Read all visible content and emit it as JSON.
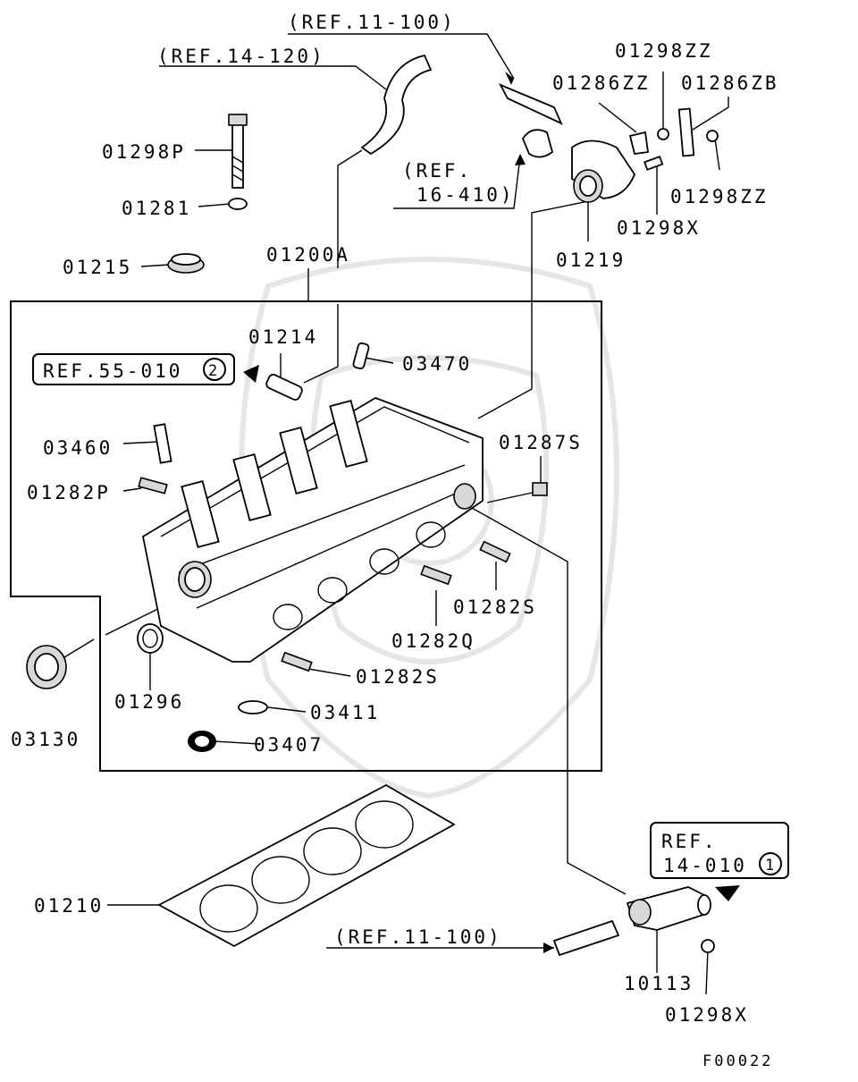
{
  "labels": {
    "ref_11_100_top": "(REF.11-100)",
    "ref_14_120": "(REF.14-120)",
    "p01298zz_top": "01298ZZ",
    "p01286zz": "01286ZZ",
    "p01286zb": "01286ZB",
    "p01298p": "01298P",
    "ref_16_410_a": "(REF.",
    "ref_16_410_b": "16-410)",
    "p01298zz_right": "01298ZZ",
    "p01281": "01281",
    "p01298x_top": "01298X",
    "p01200a": "01200A",
    "p01215": "01215",
    "p01219": "01219",
    "p01214": "01214",
    "ref_55_010": "REF.55-010",
    "ref_55_010_num": "2",
    "p03470": "03470",
    "p03460": "03460",
    "p01287s": "01287S",
    "p01282p": "01282P",
    "p01282s_right": "01282S",
    "p01282q": "01282Q",
    "p01282s_bottom": "01282S",
    "p01296": "01296",
    "p03411": "03411",
    "p03130": "03130",
    "p03407": "03407",
    "ref_14_010_a": "REF.",
    "ref_14_010_b": "14-010",
    "ref_14_010_num": "1",
    "p01210": "01210",
    "ref_11_100_bottom": "(REF.11-100)",
    "p10113": "10113",
    "p01298x_bottom": "01298X",
    "fig_code": "F00022"
  }
}
